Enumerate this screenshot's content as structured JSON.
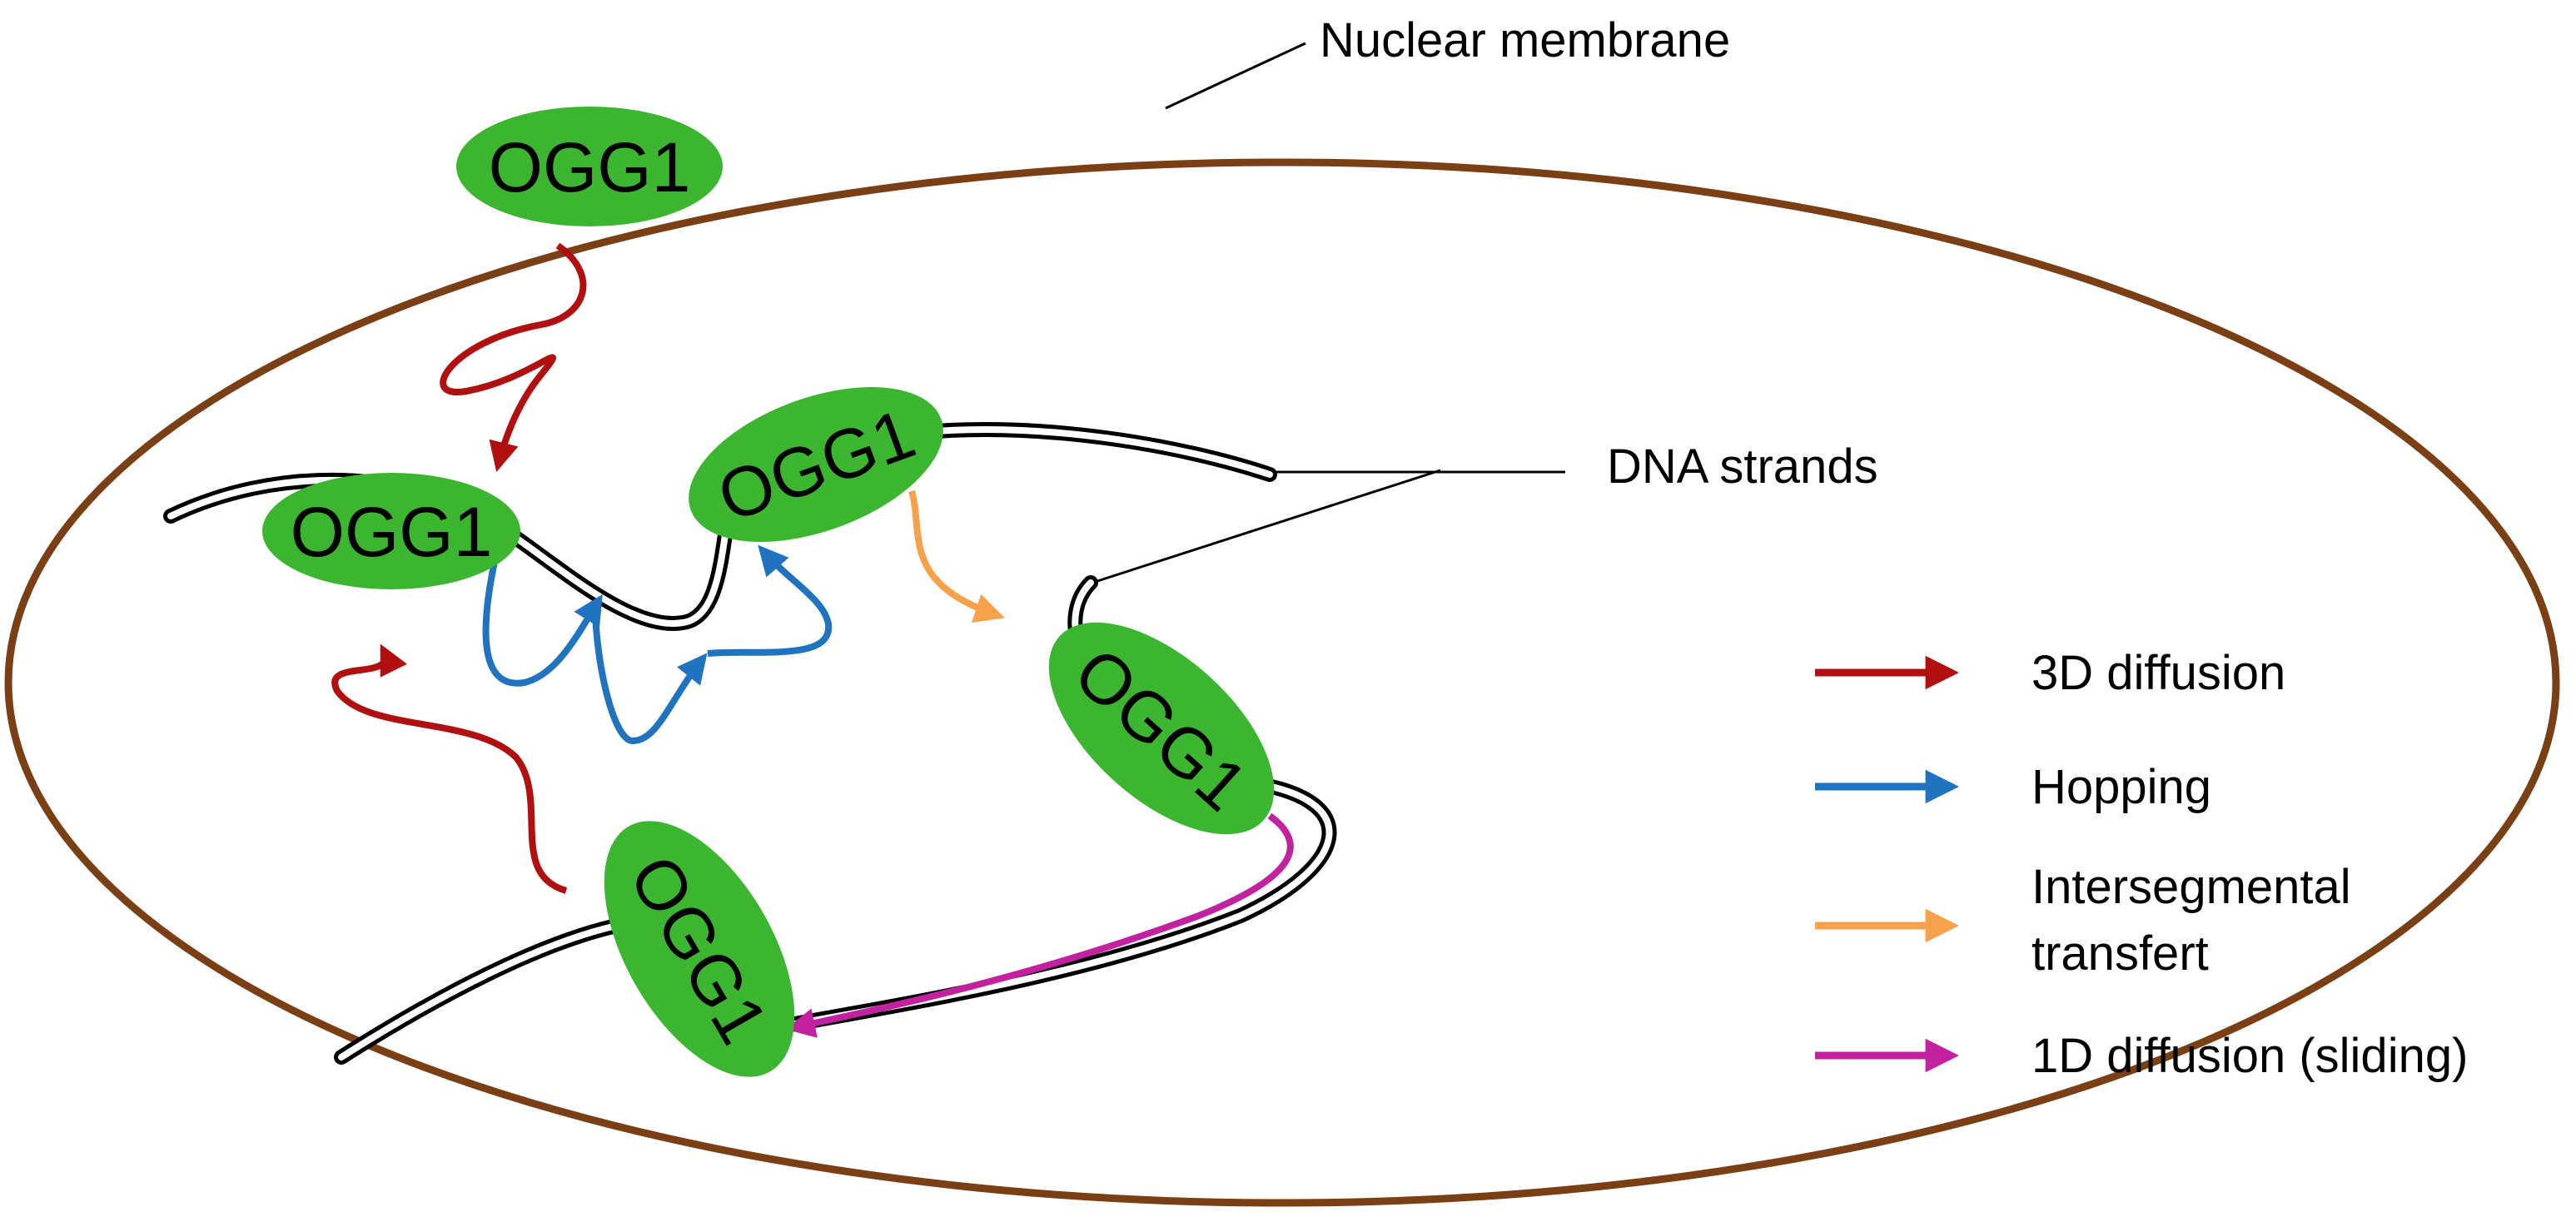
{
  "colors": {
    "membrane": "#7a3f14",
    "protein": "#3cb631",
    "dna": "#000000",
    "diffusion_3d": "#b01010",
    "hopping": "#1f73bf",
    "intersegmental": "#f7a24a",
    "sliding": "#c2229f"
  },
  "labels": {
    "nuclear_membrane": "Nuclear membrane",
    "dna_strands": "DNA strands"
  },
  "proteins": [
    {
      "id": "free",
      "label": "OGG1"
    },
    {
      "id": "bound-left",
      "label": "OGG1"
    },
    {
      "id": "bound-middle",
      "label": "OGG1"
    },
    {
      "id": "bound-right",
      "label": "OGG1"
    },
    {
      "id": "bound-bottom",
      "label": "OGG1"
    }
  ],
  "legend": {
    "items": [
      {
        "label": "3D diffusion",
        "color": "#b01010"
      },
      {
        "label": "Hopping",
        "color": "#1f73bf"
      },
      {
        "label": "Intersegmental",
        "label2": "transfert",
        "color": "#f7a24a"
      },
      {
        "label": "1D diffusion (sliding)",
        "color": "#c2229f"
      }
    ]
  }
}
